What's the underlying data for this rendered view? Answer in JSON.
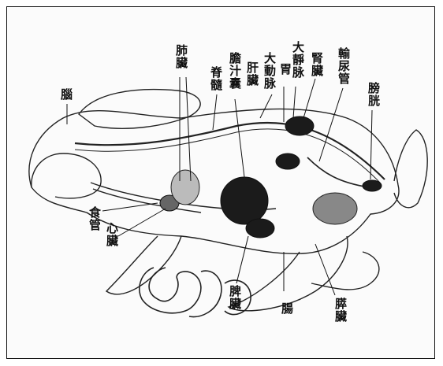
{
  "labels": {
    "brain": "腦",
    "lungs": "肺臟",
    "bile_sac": "膽汁囊",
    "spinal_cord": "脊髓",
    "liver": "肝臟",
    "aorta": "大動脉",
    "stomach": "胃",
    "vena_cava": "大靜脉",
    "kidney": "腎臟",
    "ureter": "輸尿管",
    "bladder": "膀胱",
    "esophagus": "食管",
    "heart": "心臟",
    "spleen": "脾臟",
    "intestines": "腸",
    "pancreas": "膵臟"
  }
}
